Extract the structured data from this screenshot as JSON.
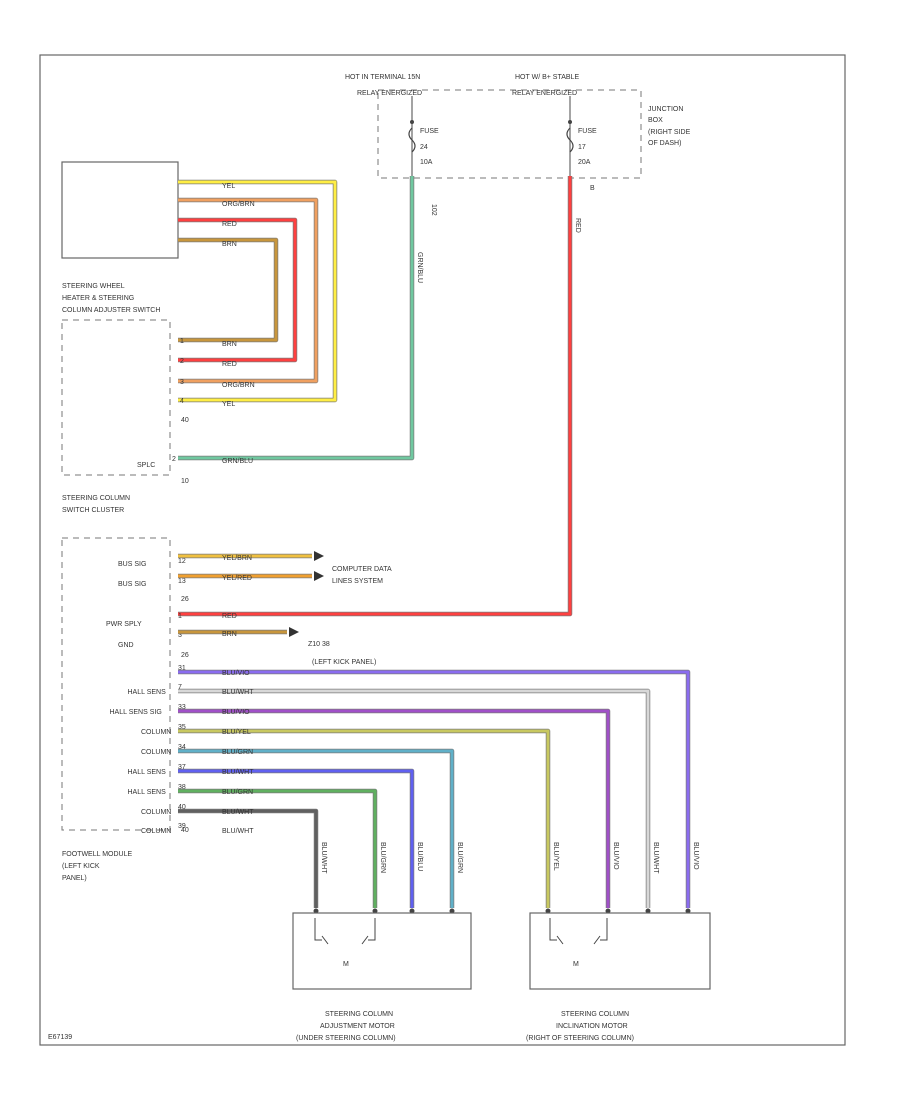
{
  "colors": {
    "YEL": "#ffee44",
    "ORG_BRN": "#f0a060",
    "RED": "#ff4040",
    "BRN": "#c8963c",
    "GRN_BLU": "#70c8a0",
    "YEL_BRN": "#f0c040",
    "BLU_VIO": "#8a6cf0",
    "BLU_WHT": "#d8d8d8",
    "BLU_VIO2": "#a050c8",
    "BLU_YEL": "#c8c860",
    "BLU_GRN": "#60b0c8",
    "BLU_BLU": "#6060f0",
    "BLU_GRN2": "#60b060",
    "BLU_BLK": "#606060"
  },
  "header": {
    "relay1": [
      "HOT IN TERMINAL 15N",
      "RELAY ENERGIZED"
    ],
    "relay2": [
      "HOT W/ B+ STABLE",
      "RELAY ENERGIZED"
    ],
    "junction": [
      "JUNCTION",
      "BOX",
      "(RIGHT SIDE",
      "OF DASH)"
    ],
    "fuse1": [
      "FUSE",
      "24",
      "10A"
    ],
    "fuse2": [
      "FUSE",
      "17",
      "20A"
    ],
    "pin1": "102",
    "pin2": "B"
  },
  "switch": {
    "label": [
      "STEERING WHEEL",
      "HEATER & STEERING",
      "COLUMN ADJUSTER SWITCH"
    ],
    "pin_nums": [
      "1",
      "2",
      "3",
      "4"
    ],
    "wire_labels": [
      "BRN",
      "RED",
      "ORG/BRN",
      "YEL"
    ],
    "top_wire_labels": [
      "YEL",
      "ORG/BRN",
      "RED",
      "BRN"
    ],
    "conn_a": "40",
    "conn_b": "10",
    "pin_b": "2",
    "wire_b": "GRN/BLU",
    "conn_label": "SPLC"
  },
  "cluster": {
    "label": [
      "STEERING COLUMN",
      "SWITCH CLUSTER"
    ]
  },
  "module": {
    "label": [
      "FOOTWELL MODULE",
      "(LEFT KICK",
      "PANEL)"
    ],
    "bus_rows": [
      {
        "label": "BUS SIG",
        "pin": "12",
        "wire": "YEL/BRN"
      },
      {
        "label": "BUS SIG",
        "pin": "13",
        "wire": "YEL/RED"
      }
    ],
    "conn_bus": "26",
    "pwr_rows": [
      {
        "label": "PWR SPLY",
        "pin": "1",
        "wire": "RED"
      },
      {
        "label": "GND",
        "pin": "3",
        "wire": "BRN"
      }
    ],
    "conn_pwr": "26",
    "motor_rows": [
      {
        "label": "",
        "pin": "31",
        "wire": "BLU/VIO"
      },
      {
        "label": "HALL SENS",
        "pin": "7",
        "wire": "BLU/WHT"
      },
      {
        "label": "HALL SENS SIG",
        "pin": "33",
        "wire": "BLU/VIO"
      },
      {
        "label": "COLUMN",
        "pin": "35",
        "wire": "BLU/YEL"
      },
      {
        "label": "COLUMN",
        "pin": "34",
        "wire": "BLU/GRN"
      },
      {
        "label": "HALL SENS",
        "pin": "37",
        "wire": "BLU/WHT"
      },
      {
        "label": "HALL SENS",
        "pin": "38",
        "wire": "BLU/GRN"
      },
      {
        "label": "COLUMN",
        "pin": "40",
        "wire": "BLU/WHT"
      },
      {
        "label": "COLUMN",
        "pin": "39",
        "wire": "BLU/WHT"
      }
    ],
    "conn_motor": "40"
  },
  "destinations": {
    "data_lines": [
      "COMPUTER DATA",
      "LINES SYSTEM"
    ],
    "ground": [
      "Z10 38",
      "(LEFT KICK PANEL)"
    ]
  },
  "fuse_wires": {
    "w1": "GRN/BLU",
    "w2": "RED"
  },
  "motors": {
    "adjustment": {
      "label": [
        "STEERING COLUMN",
        "ADJUSTMENT MOTOR",
        "(UNDER STEERING COLUMN)"
      ],
      "m": "M",
      "wires": [
        "BLU/WHT",
        "BLU/GRN",
        "BLU/BLU",
        "BLU/GRN"
      ]
    },
    "inclination": {
      "label": [
        "STEERING COLUMN",
        "INCLINATION MOTOR",
        "(RIGHT OF STEERING COLUMN)"
      ],
      "m": "M",
      "wires": [
        "BLU/YEL",
        "BLU/VIO",
        "BLU/WHT",
        "BLU/VIO"
      ]
    }
  },
  "footer_code": "E67139"
}
